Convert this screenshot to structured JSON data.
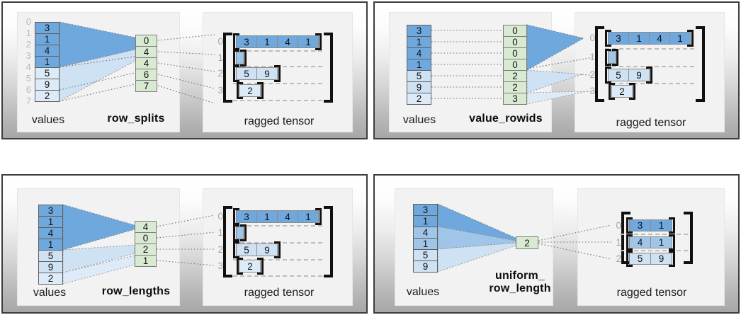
{
  "colors": {
    "dark_blue": "#6fa8dc",
    "mid_blue": "#9fc5e8",
    "light_blue": "#cfe2f3",
    "lighter_blue": "#ddeaf7",
    "green": "#d9ead3"
  },
  "panels": [
    {
      "id": "row-splits",
      "values_label": "values",
      "encoding_label": "row_splits",
      "tensor_label": "ragged tensor",
      "values": [
        "3",
        "1",
        "4",
        "1",
        "5",
        "9",
        "2"
      ],
      "value_shades": [
        "dark",
        "dark",
        "dark",
        "dark",
        "lighter",
        "lighter",
        "lighter"
      ],
      "value_indices": [
        "0",
        "1",
        "2",
        "3",
        "4",
        "5",
        "6",
        "7"
      ],
      "encoding_cells": [
        "0",
        "4",
        "4",
        "6",
        "7"
      ],
      "tensor_rows": [
        {
          "label": "0",
          "cells": [
            "3",
            "1",
            "4",
            "1"
          ],
          "shade": "dark"
        },
        {
          "label": "1",
          "cells": [],
          "shade": "mid"
        },
        {
          "label": "2",
          "cells": [
            "5",
            "9"
          ],
          "shade": "light"
        },
        {
          "label": "3",
          "cells": [
            "2"
          ],
          "shade": "lighter"
        }
      ]
    },
    {
      "id": "value-rowids",
      "values_label": "values",
      "encoding_label": "value_rowids",
      "tensor_label": "ragged tensor",
      "values": [
        "3",
        "1",
        "4",
        "1",
        "5",
        "9",
        "2"
      ],
      "value_shades": [
        "dark",
        "dark",
        "dark",
        "dark",
        "light",
        "light",
        "lighter"
      ],
      "value_indices": [],
      "encoding_cells": [
        "0",
        "0",
        "0",
        "0",
        "2",
        "2",
        "3"
      ],
      "tensor_rows": [
        {
          "label": "0",
          "cells": [
            "3",
            "1",
            "4",
            "1"
          ],
          "shade": "dark"
        },
        {
          "label": "1",
          "cells": [],
          "shade": "mid"
        },
        {
          "label": "2",
          "cells": [
            "5",
            "9"
          ],
          "shade": "light"
        },
        {
          "label": "3",
          "cells": [
            "2"
          ],
          "shade": "lighter"
        }
      ]
    },
    {
      "id": "row-lengths",
      "values_label": "values",
      "encoding_label": "row_lengths",
      "tensor_label": "ragged tensor",
      "values": [
        "3",
        "1",
        "4",
        "1",
        "5",
        "9",
        "2"
      ],
      "value_shades": [
        "dark",
        "dark",
        "dark",
        "dark",
        "light",
        "light",
        "lighter"
      ],
      "value_indices": [],
      "encoding_cells": [
        "4",
        "0",
        "2",
        "1"
      ],
      "tensor_rows": [
        {
          "label": "0",
          "cells": [
            "3",
            "1",
            "4",
            "1"
          ],
          "shade": "dark"
        },
        {
          "label": "1",
          "cells": [],
          "shade": "mid"
        },
        {
          "label": "2",
          "cells": [
            "5",
            "9"
          ],
          "shade": "light"
        },
        {
          "label": "3",
          "cells": [
            "2"
          ],
          "shade": "lighter"
        }
      ]
    },
    {
      "id": "uniform-row-length",
      "values_label": "values",
      "encoding_label": "uniform_\nrow_length",
      "tensor_label": "ragged tensor",
      "values": [
        "3",
        "1",
        "4",
        "1",
        "5",
        "9"
      ],
      "value_shades": [
        "dark",
        "dark",
        "mid",
        "mid",
        "light",
        "light"
      ],
      "value_indices": [],
      "encoding_cells": [
        "2"
      ],
      "tensor_rows": [
        {
          "label": "0",
          "cells": [
            "3",
            "1"
          ],
          "shade": "dark"
        },
        {
          "label": "1",
          "cells": [
            "4",
            "1"
          ],
          "shade": "mid"
        },
        {
          "label": "2",
          "cells": [
            "5",
            "9"
          ],
          "shade": "light"
        }
      ]
    }
  ]
}
